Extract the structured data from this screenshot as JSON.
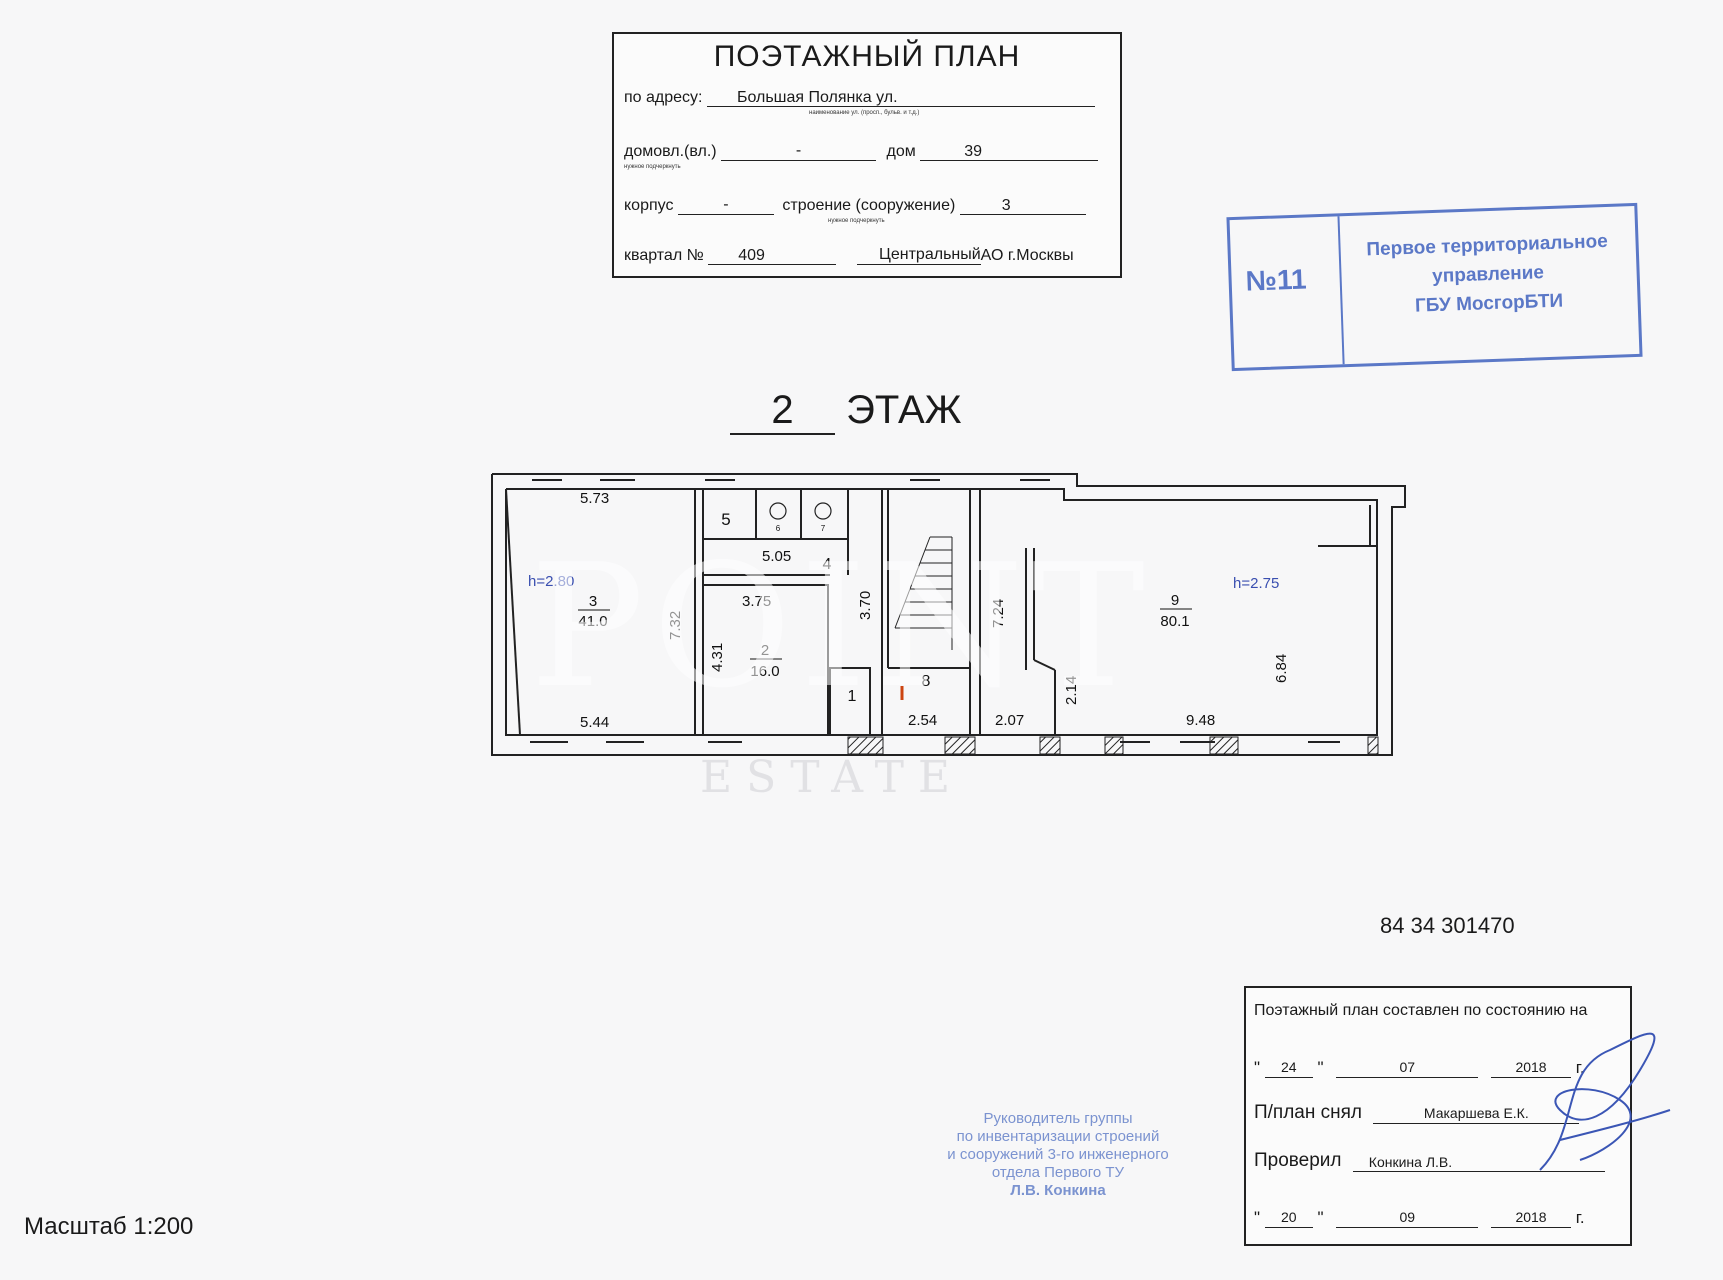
{
  "header": {
    "title": "ПОЭТАЖНЫЙ ПЛАН",
    "address_label": "по адресу:",
    "address_value": "Большая Полянка ул.",
    "address_hint": "наименование ул. (просп., бульв. и т.д.)",
    "domovl_label": "домовл.(вл.)",
    "domovl_value": "-",
    "dom_label": "дом",
    "dom_value": "39",
    "hint_needed": "нужное подчеркнуть",
    "korpus_label": "корпус",
    "korpus_value": "-",
    "stroenie_label": "строение (сооружение)",
    "stroenie_value": "3",
    "kvartal_label": "квартал №",
    "kvartal_value": "409",
    "district_value": "Центральный",
    "district_suffix": "АО г.Москвы"
  },
  "stamp": {
    "number": "№11",
    "lines": [
      "Первое территориальное",
      "управление",
      "ГБУ МосгорБТИ"
    ],
    "color": "#5b78c7"
  },
  "floor": {
    "number": "2",
    "label": "ЭТАЖ"
  },
  "plan": {
    "heights": [
      "h=2.80",
      "h=2.75"
    ],
    "dims": [
      "5.73",
      "5.44",
      "7.32",
      "5.05",
      "3.75",
      "4.31",
      "3.70",
      "7.24",
      "2.54",
      "2.07",
      "2.14",
      "9.48",
      "6.84"
    ],
    "rooms": [
      {
        "num": "3",
        "area": "41.0"
      },
      {
        "num": "2",
        "area": "16.0"
      },
      {
        "num": "9",
        "area": "80.1"
      },
      {
        "num": "5",
        "area": ""
      },
      {
        "num": "4",
        "area": ""
      },
      {
        "num": "1",
        "area": ""
      },
      {
        "num": "8",
        "area": ""
      },
      {
        "num": "6",
        "area": ""
      },
      {
        "num": "7",
        "area": ""
      }
    ]
  },
  "watermark": {
    "line1": "POINT",
    "line2": "ESTATE"
  },
  "code": "84 34 301470",
  "state": {
    "title": "Поэтажный план составлен по состоянию на",
    "date1": {
      "day": "24",
      "month": "07",
      "year": "2018",
      "suffix": "г."
    },
    "took_label": "П/план снял",
    "took_value": "Макаршева Е.К.",
    "checked_label": "Проверил",
    "checked_value": "Конкина Л.В.",
    "date2": {
      "day": "20",
      "month": "09",
      "year": "2018",
      "suffix": "г."
    },
    "quote": "\""
  },
  "signature_block": {
    "lines": [
      "Руководитель группы",
      "по инвентаризации строений",
      "и сооружений 3-го инженерного",
      "отдела Первого ТУ"
    ],
    "name": "Л.В. Конкина",
    "color": "#7b93d0"
  },
  "scale": "Масштаб 1:200"
}
